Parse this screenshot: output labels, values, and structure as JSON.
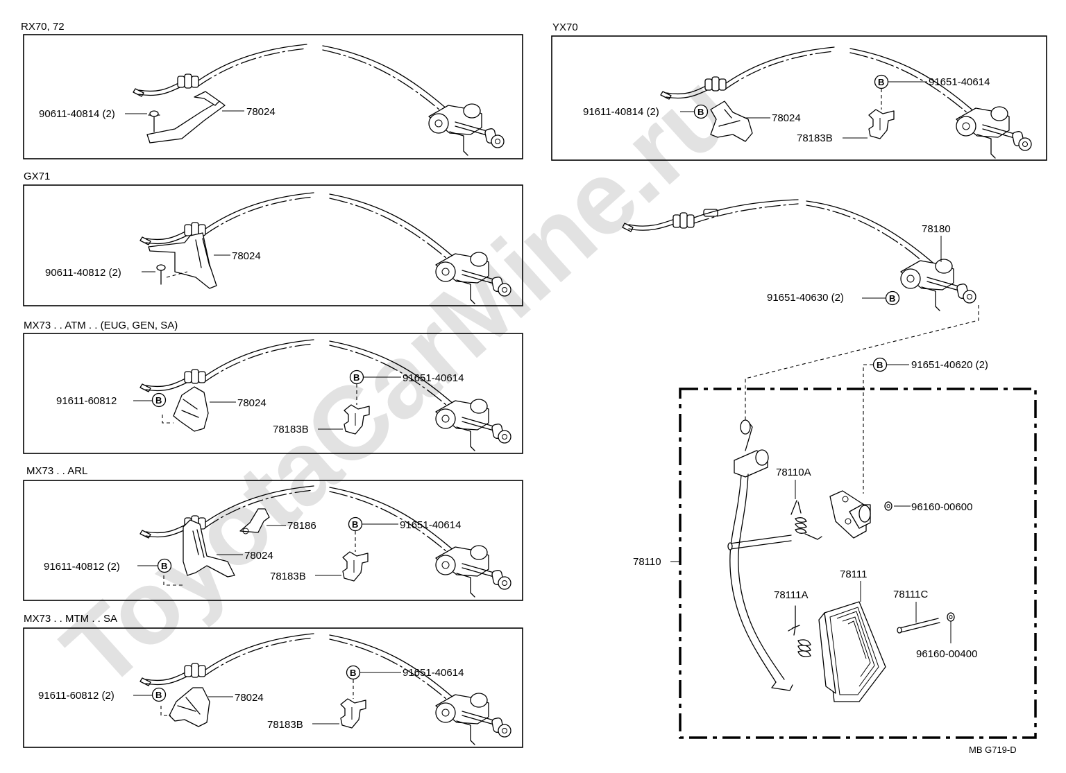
{
  "watermark": "ToyotaCarMine.ru",
  "figure_code": "MB G719-D",
  "panels": {
    "rx70": {
      "title": "RX70, 72",
      "bolt": "90611-40814 (2)",
      "bracket": "78024"
    },
    "gx71": {
      "title": "GX71",
      "bolt": "90611-40812 (2)",
      "bracket": "78024"
    },
    "mx73_atm": {
      "title": "MX73 . . ATM . . (EUG, GEN, SA)",
      "bolt": "91611-60812",
      "bracket": "78024",
      "clip_bolt": "91651-40614",
      "clip": "78183B"
    },
    "mx73_arl": {
      "title": "MX73 . . ARL",
      "bolt": "91611-40812 (2)",
      "bracket": "78024",
      "clip_bolt": "91651-40614",
      "clip": "78183B",
      "clamp": "78186"
    },
    "mx73_mtm": {
      "title": "MX73 . . MTM . . SA",
      "bolt": "91611-60812 (2)",
      "bracket": "78024",
      "clip_bolt": "91651-40614",
      "clip": "78183B"
    },
    "yx70": {
      "title": "YX70",
      "bolt": "91611-40814 (2)",
      "bracket": "78024",
      "clip_bolt": "91651-40614",
      "clip": "78183B"
    }
  },
  "main": {
    "cable": "78180",
    "cable_bolt": "91651-40630 (2)",
    "pedal_bolt": "91651-40620 (2)",
    "pedal_assy": "78110",
    "spring_a": "78110A",
    "washer_1": "96160-00600",
    "pad": "78111",
    "spring_b": "78111A",
    "pin": "78111C",
    "washer_2": "96160-00400"
  },
  "badge_letter": "B"
}
